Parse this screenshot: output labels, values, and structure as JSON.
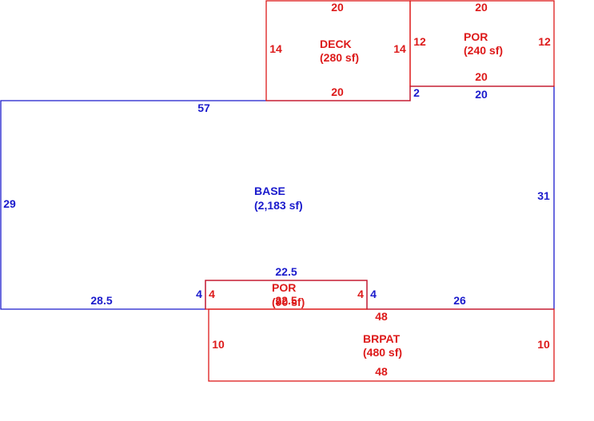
{
  "colors": {
    "base": "#1a1acc",
    "addition": "#dd1a1a",
    "background": "#ffffff"
  },
  "areas": {
    "deck": {
      "name": "DECK",
      "area": "(280 sf)"
    },
    "por_top": {
      "name": "POR",
      "area": "(240 sf)"
    },
    "base": {
      "name": "BASE",
      "area": "(2,183 sf)"
    },
    "por_small": {
      "name": "POR",
      "area": "(90 sf)"
    },
    "brpat": {
      "name": "BRPAT",
      "area": "(480 sf)"
    }
  },
  "dimensions": {
    "deck_top": "20",
    "deck_left": "14",
    "deck_right": "14",
    "deck_bottom": "20",
    "por_top_top": "20",
    "por_top_left": "12",
    "por_top_right": "12",
    "por_top_bottom": "20",
    "base_top": "57",
    "base_step": "2",
    "base_top_right": "20",
    "base_left": "29",
    "base_right": "31",
    "base_bottom_left": "28.5",
    "base_bottom_right": "26",
    "base_notch_top": "22.5",
    "base_notch_left": "4",
    "base_notch_right": "4",
    "por_small_left": "4",
    "por_small_right": "4",
    "por_small_bottom": "22.5",
    "brpat_top": "48",
    "brpat_left": "10",
    "brpat_right": "10",
    "brpat_bottom": "48"
  }
}
